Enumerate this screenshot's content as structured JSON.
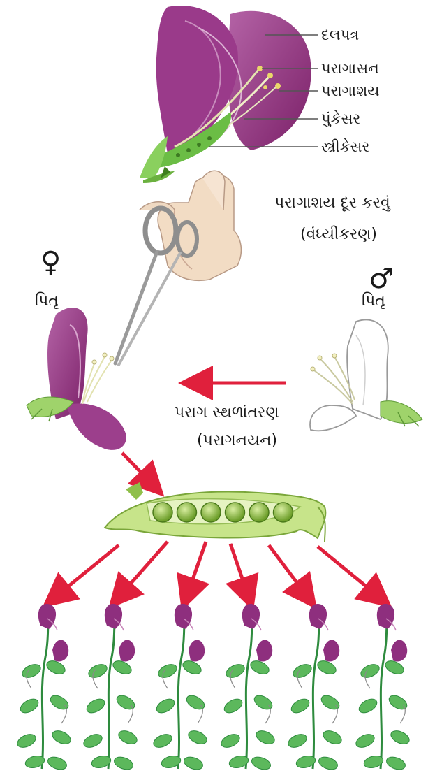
{
  "flower_parts": {
    "petal": "દલપત્ર",
    "anther": "પરાગાસન",
    "pollen_sac": "પરાગાશય",
    "stamen": "પુંકેસર",
    "pistil": "સ્ત્રીકેસર"
  },
  "emasculation": {
    "line1": "પરાગાશય દૂર કરવું",
    "line2": "(વંધ્યીકરણ)"
  },
  "female_parent": {
    "symbol": "♀",
    "label": "પિતૃ"
  },
  "male_parent": {
    "symbol": "♂",
    "label": "પિતૃ"
  },
  "pollination": {
    "line1": "પરાગ સ્થળાંતરણ",
    "line2": "(પરાગનયન)"
  },
  "offspring_count": 6,
  "pod_seed_count": 6,
  "colors": {
    "petal_purple": "#8e2f7e",
    "petal_light": "#c784b8",
    "leaf_green": "#5cb85c",
    "dark_green": "#2e8b3e",
    "arrow_red": "#e0203c",
    "white_flower_outline": "#9a9a9a"
  },
  "icons": [
    "scissors-icon",
    "hand-icon",
    "female-symbol",
    "male-symbol",
    "pea-pod",
    "pea-plant"
  ]
}
